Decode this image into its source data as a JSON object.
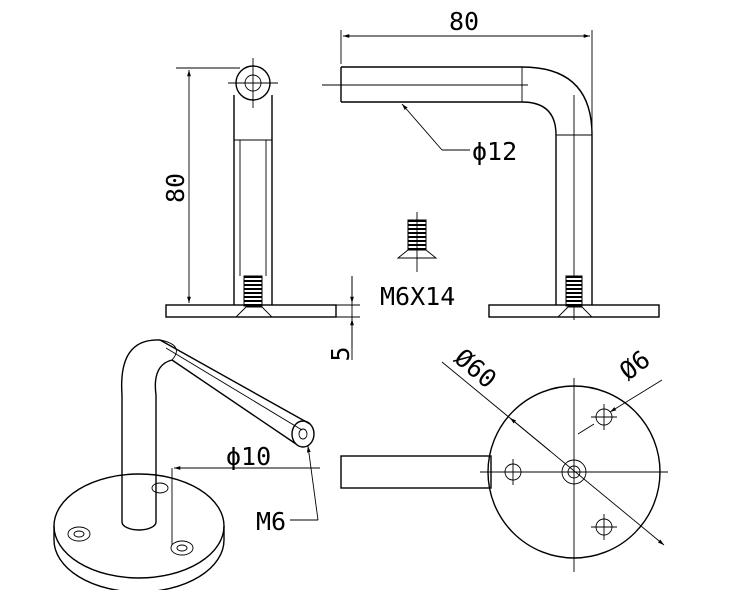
{
  "drawing": {
    "dimensions": {
      "rail_length": "80",
      "post_height": "80",
      "tube_dia": "ϕ12",
      "screw": "M6X14",
      "base_thickness": "5",
      "rod_dia": "ϕ10",
      "thread": "M6",
      "plate_dia": "Ø60",
      "hole_dia": "Ø6"
    }
  }
}
